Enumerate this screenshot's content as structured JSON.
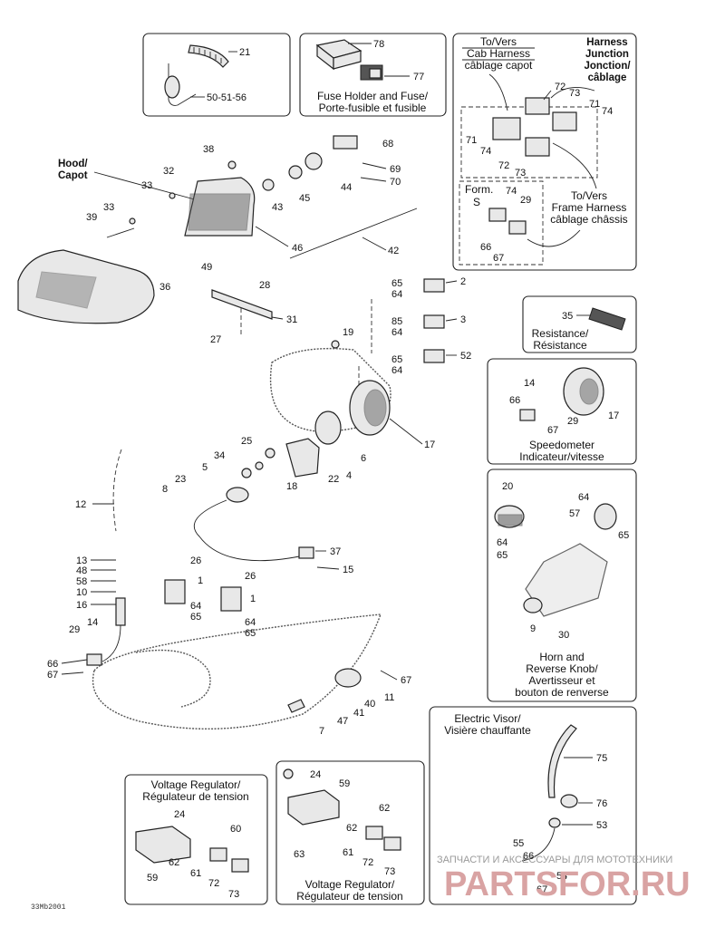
{
  "diagram": {
    "code": "33Mb2001",
    "captions": {
      "fuse": [
        "Fuse Holder and Fuse/",
        "Porte-fusible et fusible"
      ],
      "cab_harness": [
        "To/Vers",
        "Cab Harness",
        "câblage capot"
      ],
      "harness_junction": [
        "Harness",
        "Junction",
        "Jonction/",
        "câblage"
      ],
      "frame_harness": [
        "To/Vers",
        "Frame Harness",
        "câblage châssis"
      ],
      "form": [
        "Form.",
        "S"
      ],
      "hood": [
        "Hood/",
        "Capot"
      ],
      "resistance": [
        "Resistance/",
        "Résistance"
      ],
      "speedometer": [
        "Speedometer",
        "Indicateur/vitesse"
      ],
      "horn": [
        "Horn and",
        "Reverse Knob/",
        "Avertisseur et",
        "bouton de renverse"
      ],
      "visor": [
        "Electric Visor/",
        "Visière chauffante"
      ],
      "vr_left": [
        "Voltage Regulator/",
        "Régulateur de tension"
      ],
      "vr_right": [
        "Voltage Regulator/",
        "Régulateur de tension"
      ]
    },
    "parts": {
      "p21": "21",
      "p505156": "50-51-56",
      "p78": "78",
      "p77": "77",
      "p72a": "72",
      "p73a": "73",
      "p71a": "71",
      "p74a": "74",
      "p71b": "71",
      "p74b": "74",
      "p72b": "72",
      "p73b": "73",
      "p74c": "74",
      "p29a": "29",
      "p66a": "66",
      "p67a": "67",
      "p38": "38",
      "p32": "32",
      "p33a": "33",
      "p33b": "33",
      "p39": "39",
      "p68": "68",
      "p69": "69",
      "p70": "70",
      "p44": "44",
      "p45": "45",
      "p43": "43",
      "p46": "46",
      "p42": "42",
      "p49": "49",
      "p28": "28",
      "p36": "36",
      "p31": "31",
      "p27": "27",
      "p65a": "65",
      "p64a": "64",
      "p2": "2",
      "p85": "85",
      "p64b": "64",
      "p3": "3",
      "p65b": "65",
      "p64c": "64",
      "p52": "52",
      "p19": "19",
      "p35": "35",
      "p14a": "14",
      "p66b": "66",
      "p29b": "29",
      "p67b": "67",
      "p17b": "17",
      "p17": "17",
      "p6": "6",
      "p4": "4",
      "p22": "22",
      "p25": "25",
      "p34": "34",
      "p18": "18",
      "p5": "5",
      "p23": "23",
      "p8": "8",
      "p12": "12",
      "p13": "13",
      "p48": "48",
      "p58": "58",
      "p10": "10",
      "p16": "16",
      "p29c": "29",
      "p14b": "14",
      "p66c": "66",
      "p67c": "67",
      "p26a": "26",
      "p1a": "1",
      "p64d": "64",
      "p65c": "65",
      "p26b": "26",
      "p1b": "1",
      "p64e": "64",
      "p65d": "65",
      "p37": "37",
      "p15": "15",
      "p11": "11",
      "p40": "40",
      "p41": "41",
      "p47": "47",
      "p7": "7",
      "p67d": "67",
      "p20": "20",
      "p64f": "64",
      "p57": "57",
      "p65e": "65",
      "p64g": "64",
      "p65f": "65",
      "p9": "9",
      "p30": "30",
      "p75": "75",
      "p76": "76",
      "p53": "53",
      "p55": "55",
      "p66d": "66",
      "p54": "54",
      "p67e": "67",
      "p24a": "24",
      "p60": "60",
      "p62a": "62",
      "p61a": "61",
      "p59a": "59",
      "p72c": "72",
      "p73c": "73",
      "p24b": "24",
      "p59b": "59",
      "p62b": "62",
      "p62c": "62",
      "p63": "63",
      "p61b": "61",
      "p72d": "72",
      "p73d": "73"
    },
    "watermark": {
      "small": "ЗАПЧАСТИ И АКСЕССУАРЫ ДЛЯ МОТОТЕХНИКИ",
      "big": "PARTSFOR.RU"
    }
  }
}
